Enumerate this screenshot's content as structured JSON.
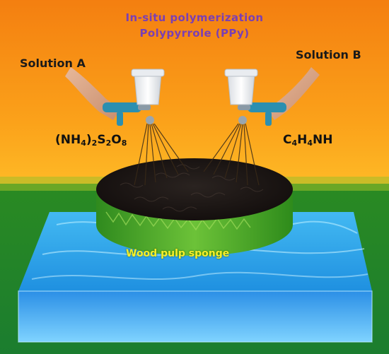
{
  "title": {
    "line1": "In-situ polymerization",
    "line2": "Polypyrrole (PPy)"
  },
  "solution_a": {
    "label": "Solution A",
    "formula": [
      {
        "t": "(NH"
      },
      {
        "t": "4",
        "sub": true
      },
      {
        "t": ")"
      },
      {
        "t": "2",
        "sub": true
      },
      {
        "t": "S"
      },
      {
        "t": "2",
        "sub": true
      },
      {
        "t": "O"
      },
      {
        "t": "8",
        "sub": true
      }
    ]
  },
  "solution_b": {
    "label": "Solution B",
    "formula": [
      {
        "t": "C"
      },
      {
        "t": "4",
        "sub": true
      },
      {
        "t": "H"
      },
      {
        "t": "4",
        "sub": true
      },
      {
        "t": "NH"
      }
    ]
  },
  "sponge": {
    "label": "Wood pulp sponge"
  },
  "colors": {
    "sky_top": "#f58a12",
    "sky_bottom": "#ffae1a",
    "ground": "#1f8a2a",
    "water": "#2aa6e8",
    "sponge_edge": "#3fa02a",
    "ppy_top": "#1c1614",
    "title": "#7a3fb4",
    "sponge_label": "#f6ef2a"
  },
  "icons": [
    "spray-gun-icon",
    "hand-icon"
  ]
}
